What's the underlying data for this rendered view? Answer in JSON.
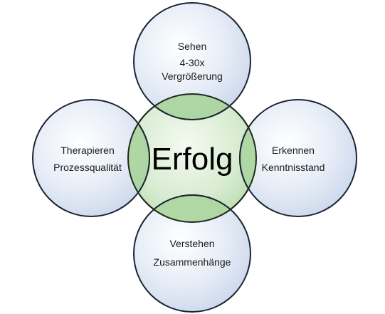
{
  "diagram": {
    "center": {
      "label": "Erfolg",
      "fill": "#cfe6c8",
      "stroke": "#1f2a1c"
    },
    "outer_fill": "#dde6f3",
    "outer_stroke": "#1c2333",
    "overlap_fill": "#9fcf93",
    "nodes": [
      {
        "id": "top",
        "line1": "Sehen",
        "line2": "4-30x",
        "line3": "Vergrößerung"
      },
      {
        "id": "left",
        "line1": "Therapieren",
        "line2": "Prozessqualität"
      },
      {
        "id": "right",
        "line1": "Erkennen",
        "line2": "Kenntnisstand"
      },
      {
        "id": "bottom",
        "line1": "Verstehen",
        "line2": "Zusammenhänge"
      }
    ]
  }
}
